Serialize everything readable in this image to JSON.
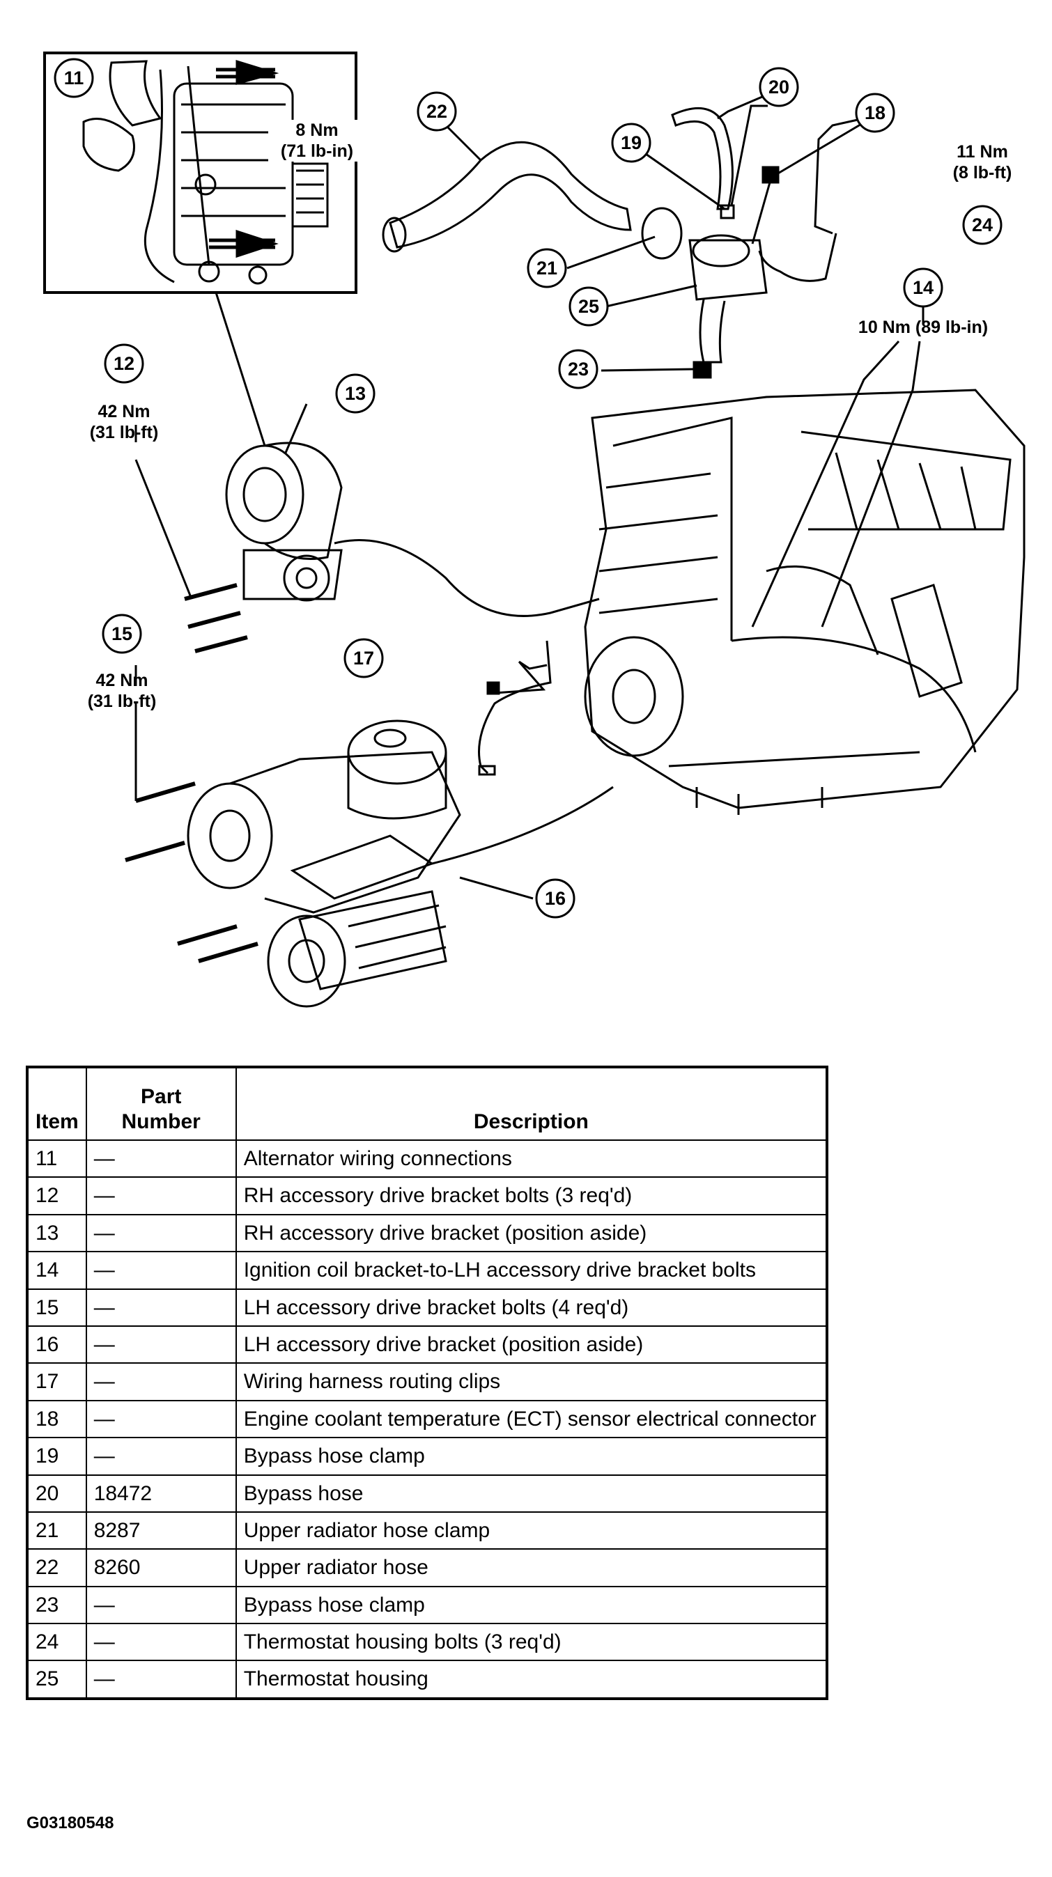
{
  "callouts": [
    "11",
    "12",
    "13",
    "14",
    "15",
    "16",
    "17",
    "18",
    "19",
    "20",
    "21",
    "22",
    "23",
    "24",
    "25"
  ],
  "torques": {
    "t8_nm": "8 Nm",
    "t8_lb": "(71 lb-in)",
    "t12_nm": "42 Nm",
    "t12_lb": "(31 lb-ft)",
    "t14": "10 Nm (89 lb-in)",
    "t15_nm": "42 Nm",
    "t15_lb": "(31 lb-ft)",
    "t24_nm": "11 Nm",
    "t24_lb": "(8 lb-ft)"
  },
  "table": {
    "headers": {
      "item": "Item",
      "part_line1": "Part",
      "part_line2": "Number",
      "description": "Description"
    },
    "rows": [
      {
        "item": "11",
        "part": "—",
        "desc": "Alternator wiring connections"
      },
      {
        "item": "12",
        "part": "—",
        "desc": "RH accessory drive bracket bolts (3 req'd)"
      },
      {
        "item": "13",
        "part": "—",
        "desc": "RH accessory drive bracket (position aside)"
      },
      {
        "item": "14",
        "part": "—",
        "desc": "Ignition coil bracket-to-LH accessory drive bracket bolts"
      },
      {
        "item": "15",
        "part": "—",
        "desc": "LH accessory drive bracket bolts (4 req'd)"
      },
      {
        "item": "16",
        "part": "—",
        "desc": "LH accessory drive bracket (position aside)"
      },
      {
        "item": "17",
        "part": "—",
        "desc": "Wiring harness routing clips"
      },
      {
        "item": "18",
        "part": "—",
        "desc": "Engine coolant temperature (ECT) sensor electrical connector"
      },
      {
        "item": "19",
        "part": "—",
        "desc": "Bypass hose clamp"
      },
      {
        "item": "20",
        "part": "18472",
        "desc": "Bypass hose"
      },
      {
        "item": "21",
        "part": "8287",
        "desc": "Upper radiator hose clamp"
      },
      {
        "item": "22",
        "part": "8260",
        "desc": "Upper radiator hose"
      },
      {
        "item": "23",
        "part": "—",
        "desc": "Bypass hose clamp"
      },
      {
        "item": "24",
        "part": "—",
        "desc": "Thermostat housing bolts (3 req'd)"
      },
      {
        "item": "25",
        "part": "—",
        "desc": "Thermostat housing"
      }
    ]
  },
  "figure_id": "G03180548"
}
